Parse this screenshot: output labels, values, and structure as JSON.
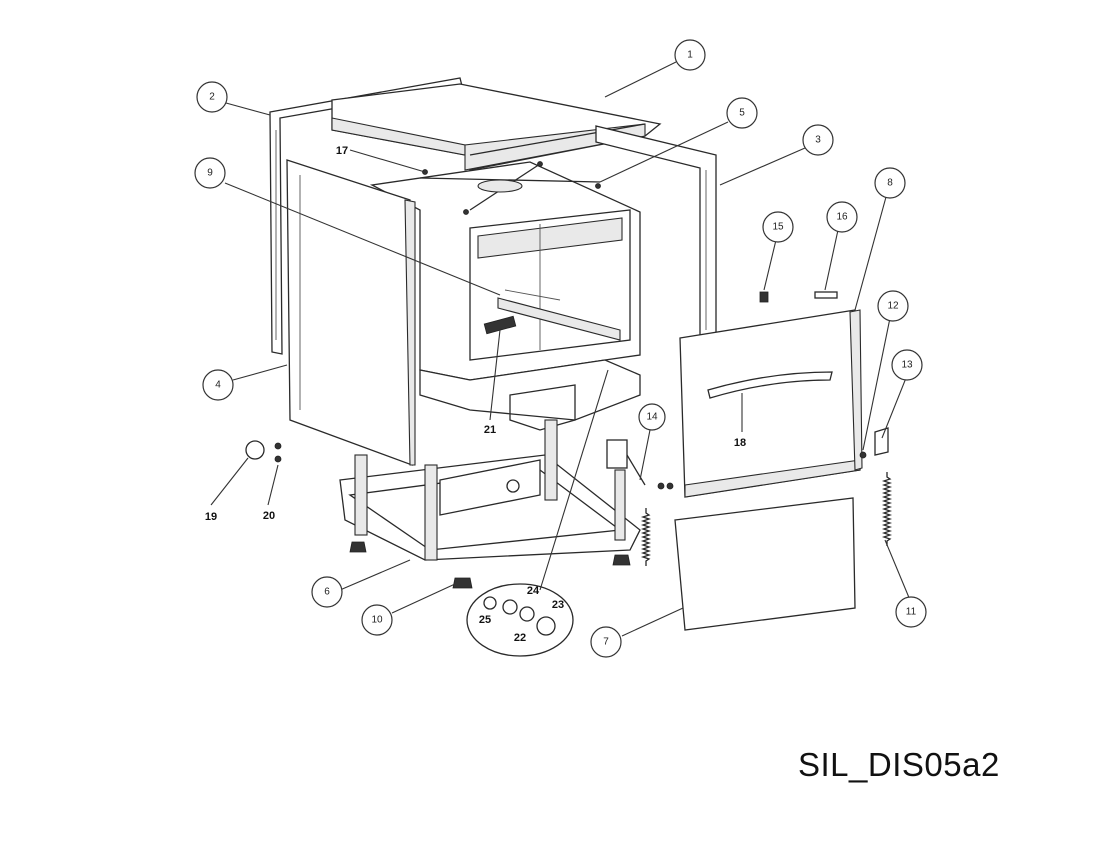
{
  "diagram_code": "SIL_DIS05a2",
  "callouts": [
    {
      "id": "1",
      "label": "1"
    },
    {
      "id": "2",
      "label": "2"
    },
    {
      "id": "3",
      "label": "3"
    },
    {
      "id": "4",
      "label": "4"
    },
    {
      "id": "5",
      "label": "5"
    },
    {
      "id": "6",
      "label": "6"
    },
    {
      "id": "7",
      "label": "7"
    },
    {
      "id": "8",
      "label": "8"
    },
    {
      "id": "9",
      "label": "9"
    },
    {
      "id": "10",
      "label": "10"
    },
    {
      "id": "11",
      "label": "11"
    },
    {
      "id": "12",
      "label": "12"
    },
    {
      "id": "13",
      "label": "13"
    },
    {
      "id": "14",
      "label": "14"
    },
    {
      "id": "15",
      "label": "15"
    },
    {
      "id": "16",
      "label": "16"
    }
  ],
  "plain_labels": [
    {
      "id": "17",
      "label": "17"
    },
    {
      "id": "18",
      "label": "18"
    },
    {
      "id": "19",
      "label": "19"
    },
    {
      "id": "20",
      "label": "20"
    },
    {
      "id": "21",
      "label": "21"
    },
    {
      "id": "22",
      "label": "22"
    },
    {
      "id": "23",
      "label": "23"
    },
    {
      "id": "24",
      "label": "24"
    },
    {
      "id": "25",
      "label": "25"
    }
  ]
}
